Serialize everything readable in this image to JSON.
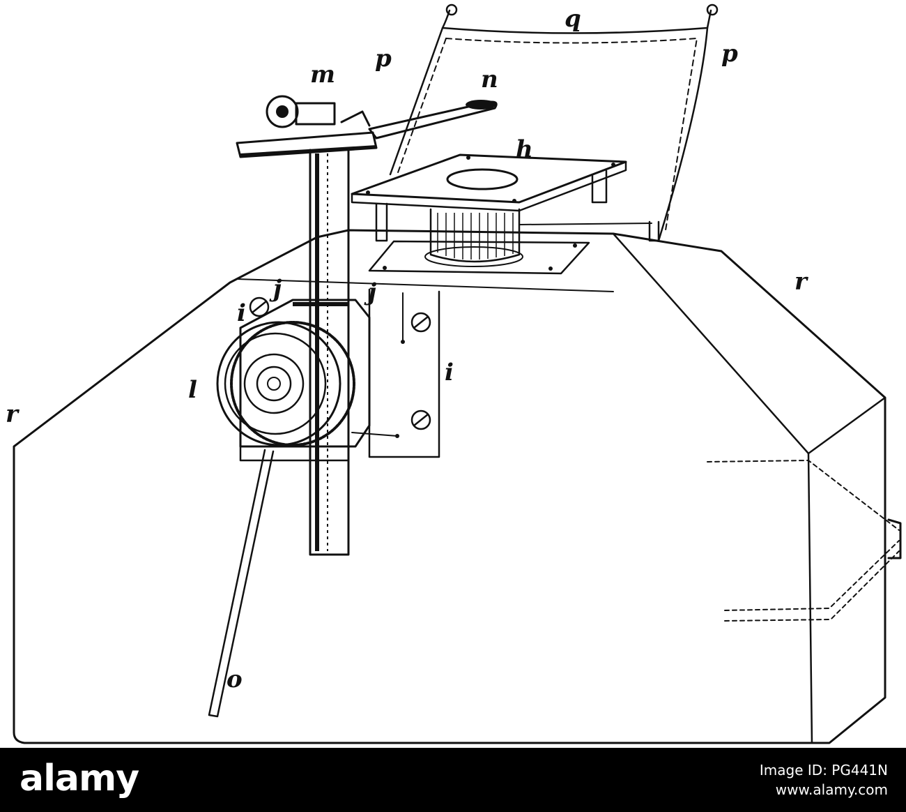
{
  "figure": {
    "labels": {
      "q": "q",
      "p_left": "p",
      "p_right": "p",
      "m": "m",
      "n": "n",
      "h": "h",
      "j_left": "j",
      "j_right": "j",
      "i_left": "i",
      "i_right": "i",
      "l": "l",
      "r_left": "r",
      "r_right": "r",
      "o": "o"
    }
  },
  "watermark": {
    "logo": "alamy",
    "image_id": "Image ID: PG441N",
    "site": "www.alamy.com"
  },
  "colors": {
    "ink": "#111111",
    "background": "#ffffff",
    "watermark_bar": "#000000"
  }
}
